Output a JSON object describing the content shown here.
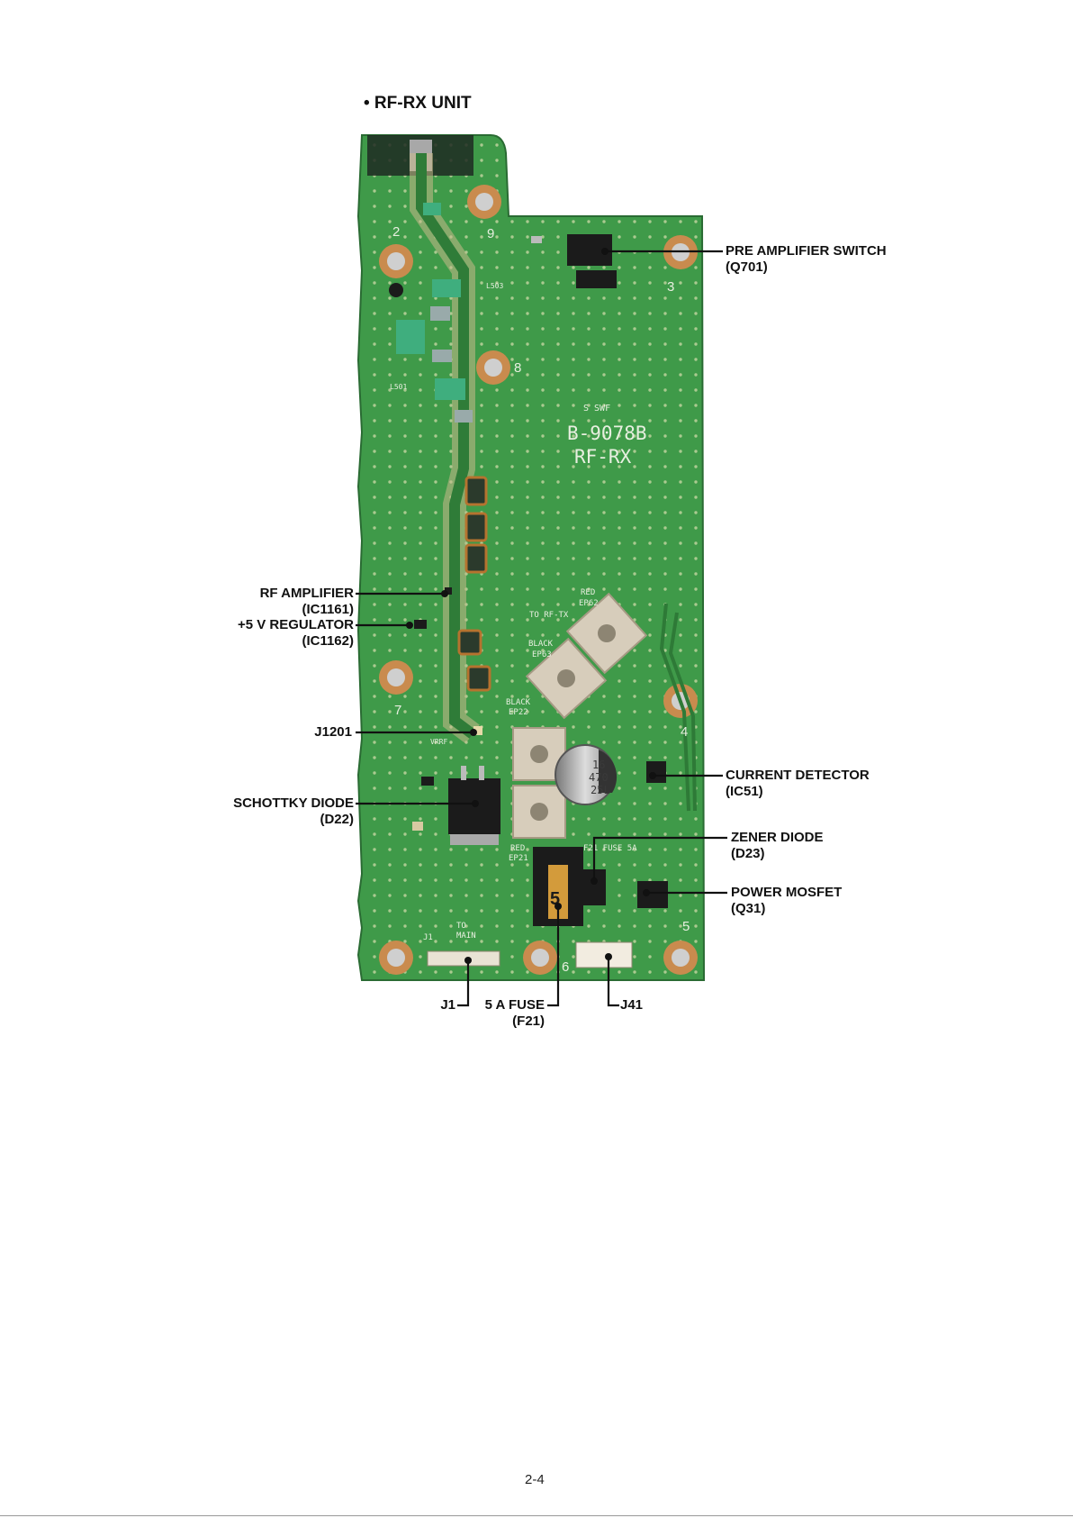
{
  "title": "• RF-RX UNIT",
  "board_marking": {
    "line1": "B-9078B",
    "line2": "RF-RX",
    "small": "S SWF"
  },
  "silkscreen": {
    "to_rf_tx": "TO RF-TX",
    "red_ep62": [
      "RED",
      "EP62"
    ],
    "black_ep63": [
      "BLACK",
      "EP63"
    ],
    "black_ep22": [
      "BLACK",
      "EP22"
    ],
    "red_ep21": [
      "RED",
      "EP21"
    ],
    "vrrf": "VRRF",
    "fuse": "F21 FUSE 5A",
    "to_main": [
      "TO",
      "MAIN"
    ],
    "j1": "J1",
    "l503": "L503",
    "l501": "L501",
    "cap": [
      "16",
      "470",
      "25L"
    ],
    "fuse_digit": "5",
    "hole_numbers": [
      "2",
      "3",
      "4",
      "5",
      "6",
      "7",
      "8",
      "9"
    ]
  },
  "labels": {
    "pre_amp": [
      "PRE AMPLIFIER SWITCH",
      "(Q701)"
    ],
    "rf_amp": [
      "RF AMPLIFIER",
      "(IC1161)"
    ],
    "regulator": [
      "+5 V REGULATOR",
      "(IC1162)"
    ],
    "j1201": [
      "J1201"
    ],
    "current_detector": [
      "CURRENT DETECTOR",
      "(IC51)"
    ],
    "schottky": [
      "SCHOTTKY DIODE",
      "(D22)"
    ],
    "zener": [
      "ZENER DIODE",
      "(D23)"
    ],
    "mosfet": [
      "POWER MOSFET",
      "(Q31)"
    ],
    "j1": [
      "J1"
    ],
    "fuse": [
      "5 A FUSE",
      "(F21)"
    ],
    "j41": [
      "J41"
    ]
  },
  "page_number": "2-4",
  "colors": {
    "board": "#3f9a49",
    "board_dark": "#2e7a37",
    "copper": "#c98b4e",
    "silk": "#e8efe0",
    "ink": "#111111"
  }
}
